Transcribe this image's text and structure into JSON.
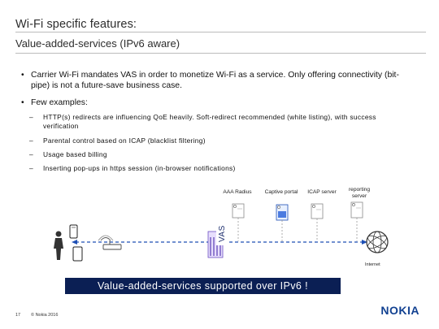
{
  "header": {
    "title": "Wi-Fi specific features:",
    "subtitle": "Value-added-services (IPv6 aware)"
  },
  "bullets": [
    {
      "text": "Carrier Wi-Fi mandates VAS in order to monetize Wi-Fi as a service. Only offering connectivity (bit-pipe) is not a future-save business case."
    },
    {
      "text": "Few examples:"
    }
  ],
  "examples": [
    "HTTP(s) redirects are influencing QoE heavily. Soft-redirect recommended (white listing), with success verification",
    "Parental control based on ICAP (blacklist filtering)",
    "Usage based billing",
    "Inserting pop-ups in https session (in-browser notifications)"
  ],
  "diagram": {
    "services": [
      {
        "label": "AAA Radius"
      },
      {
        "label": "Captive portal"
      },
      {
        "label": "ICAP server"
      },
      {
        "label": "reporting server"
      }
    ],
    "vas_label": "VAS",
    "internet_label": "Internet",
    "banner": "Value-added-services supported over IPv6 !"
  },
  "footer": {
    "page": "17",
    "copyright": "© Nokia 2016",
    "logo": "NOKIA"
  },
  "colors": {
    "accent": "#124191",
    "banner_bg": "#0b1f54",
    "link_line": "#1e4fb5"
  }
}
